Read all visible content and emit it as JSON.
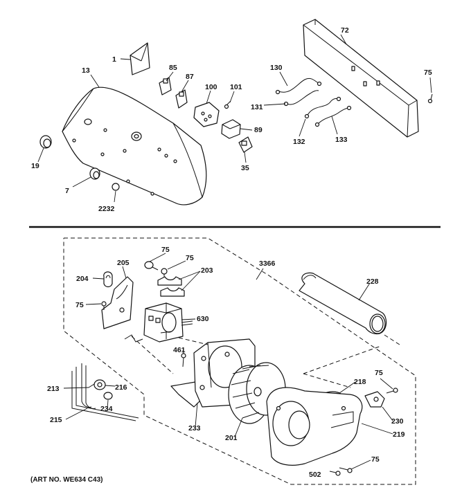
{
  "callouts": {
    "c1": "1",
    "c13": "13",
    "c85": "85",
    "c87": "87",
    "c100": "100",
    "c101": "101",
    "c89": "89",
    "c35": "35",
    "c19": "19",
    "c7": "7",
    "c2232": "2232",
    "c72": "72",
    "c75_top": "75",
    "c130": "130",
    "c131": "131",
    "c132": "132",
    "c133": "133",
    "c75_a": "75",
    "c75_b": "75",
    "c203": "203",
    "c205": "205",
    "c204": "204",
    "c75_c": "75",
    "c3366": "3366",
    "c228": "228",
    "c630": "630",
    "c461": "461",
    "c213": "213",
    "c216": "216",
    "c234": "234",
    "c215": "215",
    "c233": "233",
    "c201": "201",
    "c218": "218",
    "c75_d": "75",
    "c230": "230",
    "c219": "219",
    "c75_e": "75",
    "c502": "502"
  },
  "art_number": "(ART NO. WE634 C43)"
}
